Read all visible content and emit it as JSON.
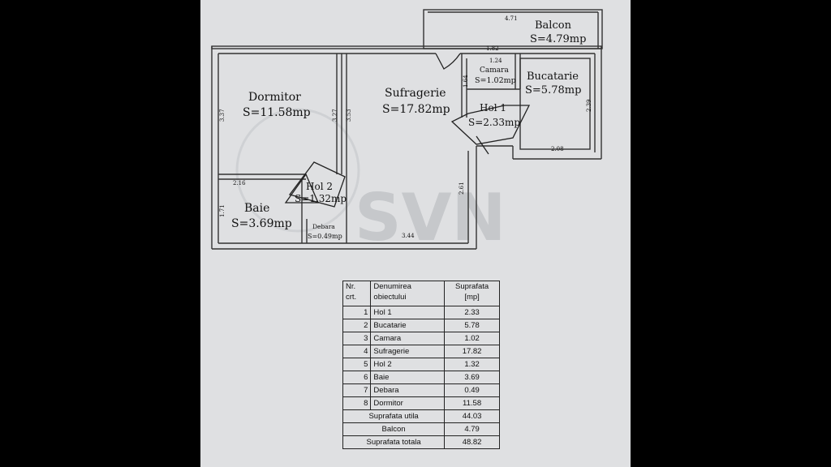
{
  "rooms": {
    "balcon": {
      "name": "Balcon",
      "area": "S=4.79mp"
    },
    "camara": {
      "name": "Camara",
      "area": "S=1.02mp"
    },
    "bucatarie": {
      "name": "Bucatarie",
      "area": "S=5.78mp"
    },
    "dormitor": {
      "name": "Dormitor",
      "area": "S=11.58mp"
    },
    "sufragerie": {
      "name": "Sufragerie",
      "area": "S=17.82mp"
    },
    "hol1": {
      "name": "Hol 1",
      "area": "S=2.33mp"
    },
    "hol2": {
      "name": "Hol 2",
      "area": "S=1.32mp"
    },
    "baie": {
      "name": "Baie",
      "area": "S=3.69mp"
    },
    "debara": {
      "name": "Debara",
      "area": "S=0.49mp"
    }
  },
  "dimensions": {
    "balcon_width": "4.71",
    "camara_width": "1.82",
    "camara_small": "1.24",
    "hol1_height": "1.64",
    "bucatarie_height": "2.39",
    "bucatarie_width": "2.08",
    "dormitor_height": "3.37",
    "dormitor_right": "3.27",
    "sufragerie_left": "3.53",
    "baie_width": "2.16",
    "baie_height": "1.71",
    "sufragerie_width": "3.44",
    "hol_height": "2.61"
  },
  "watermark": "SVN",
  "table": {
    "headers": [
      "Nr. crt.",
      "Denumirea obiectului",
      "Suprafata [mp]"
    ],
    "rows": [
      {
        "nr": "1",
        "name": "Hol 1",
        "value": "2.33"
      },
      {
        "nr": "2",
        "name": "Bucatarie",
        "value": "5.78"
      },
      {
        "nr": "3",
        "name": "Camara",
        "value": "1.02"
      },
      {
        "nr": "4",
        "name": "Sufragerie",
        "value": "17.82"
      },
      {
        "nr": "5",
        "name": "Hol 2",
        "value": "1.32"
      },
      {
        "nr": "6",
        "name": "Baie",
        "value": "3.69"
      },
      {
        "nr": "7",
        "name": "Debara",
        "value": "0.49"
      },
      {
        "nr": "8",
        "name": "Dormitor",
        "value": "11.58"
      }
    ],
    "totals": [
      {
        "name": "Suprafata utila",
        "value": "44.03"
      },
      {
        "name": "Balcon",
        "value": "4.79"
      },
      {
        "name": "Suprafata totala",
        "value": "48.82"
      }
    ]
  }
}
